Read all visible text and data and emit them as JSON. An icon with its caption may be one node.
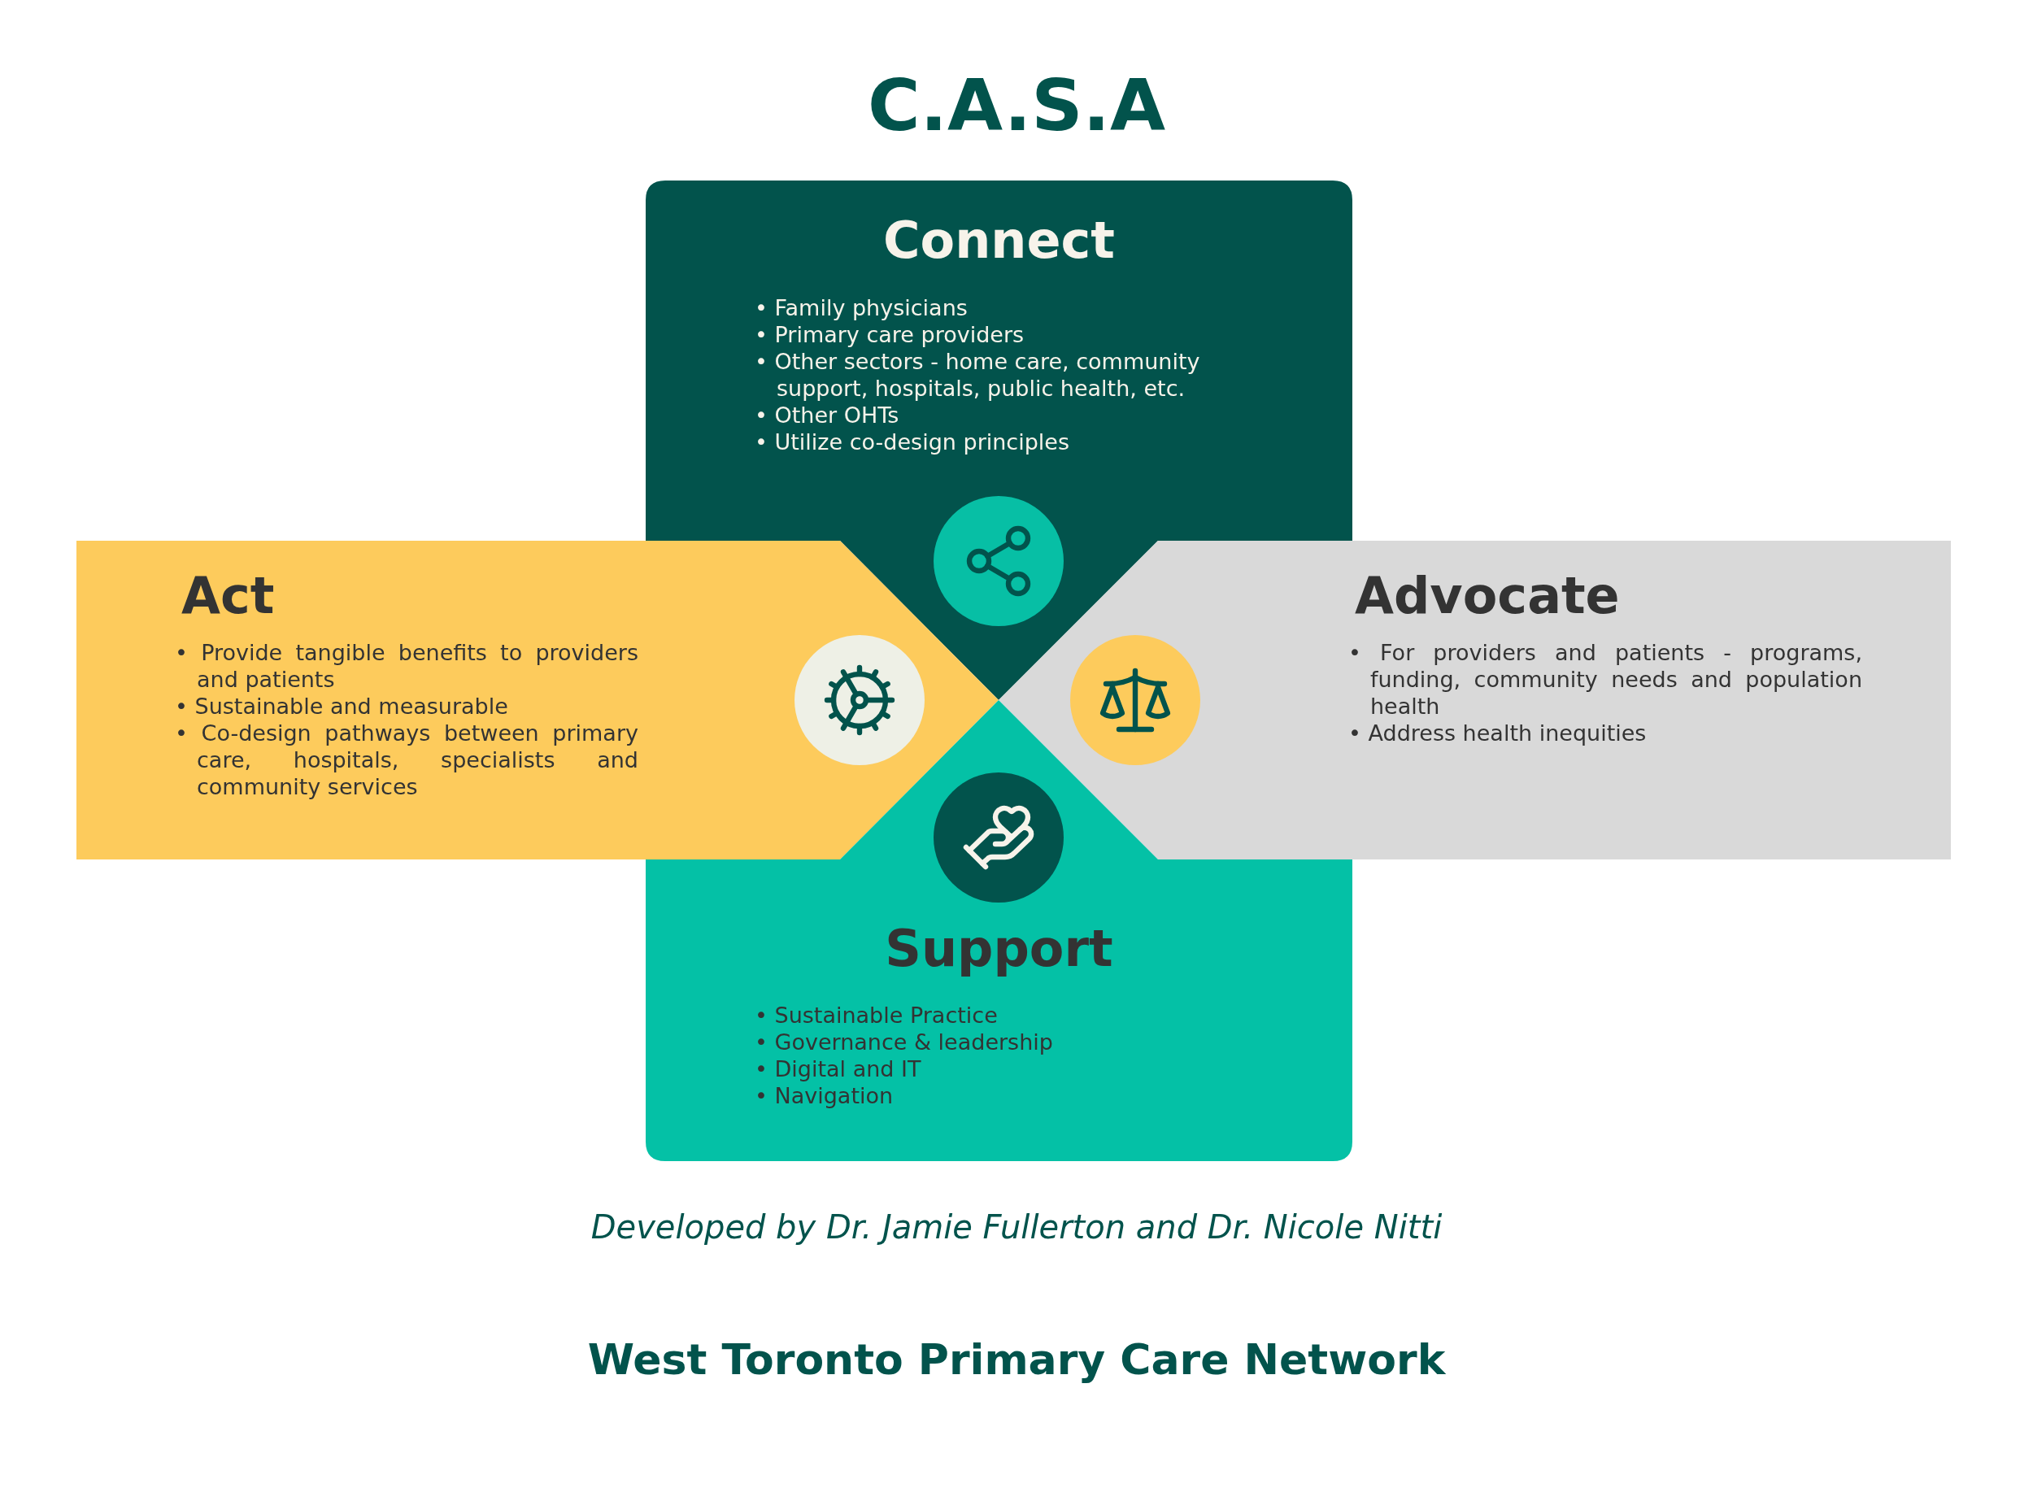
{
  "diagram": {
    "title": "C.A.S.A",
    "nodes": [
      {
        "text": [
          "Connect",
          "• Family physicians",
          "• Primary care providers",
          "• Other sectors - home care, community support, hospitals, public health, etc.",
          "• Other OHTs",
          "• Utilize co-design principles"
        ]
      },
      {
        "text": [
          "Act",
          "• Provide tangible benefits to providers and patients",
          "• Sustainable and measurable",
          "• Co-design pathways between primary care, hospitals, specialists and community services"
        ]
      },
      {
        "text": [
          "Advocate",
          "• For providers and patients - programs, funding, community needs and population health",
          "• Address health inequities"
        ]
      },
      {
        "text": [
          "Support",
          "• Sustainable Practice",
          "• Governance & leadership",
          "• Digital and IT",
          "• Navigation"
        ]
      }
    ],
    "caption": "Developed by Dr. Jamie Fullerton and Dr. Nicole Nitti",
    "labels": [
      "West Toronto Primary Care Network"
    ]
  }
}
